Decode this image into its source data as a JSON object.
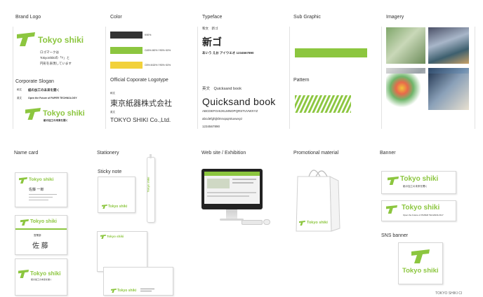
{
  "brand": {
    "name": "Tokyo shiki",
    "tagline_jp": "紙の加工の未来を開く",
    "colors": {
      "green": "#8cc63f",
      "dark": "#333333",
      "yellow": "#f2d13b"
    }
  },
  "sections": {
    "brand_logo": "Brand Logo",
    "color": "Color",
    "typeface": "Typeface",
    "sub_graphic": "Sub Graphic",
    "imagery": "Imagery",
    "corporate_slogan": "Corporate Slogan",
    "official_logotype": "Official Coporate Logotype",
    "pattern": "Pattern",
    "name_card": "Name card",
    "stationery": "Stationery",
    "sticky_note": "Sticky note",
    "web": "Web site / Exhibition",
    "promo": "Promotional material",
    "banner": "Banner",
    "sns_banner": "SNS banner"
  },
  "logo_desc": [
    "ロゴマークは",
    "TokyoShikiの「T」と",
    "円形を表現しています"
  ],
  "slogan": {
    "jp_label": "和文",
    "jp": "紙の加工の未来を開く",
    "en_label": "英文",
    "en": "Open the Future of PAPER TECHNOLOGY"
  },
  "color_specs": [
    "K90%",
    "C45%  M0%  Y90%  K0%",
    "C5%  M15%  Y90%  K0%"
  ],
  "logotype": {
    "jp_label": "和文",
    "jp": "東京紙器株式会社",
    "en_label": "英文",
    "en": "TOKYO SHIKI Co.,Ltd."
  },
  "typeface": {
    "jp_label": "和文　新ゴ",
    "jp_big": "新ゴ",
    "jp_sample": "あいう えお アイウエオ 1234567890",
    "en_label": "英文　Quicksand book",
    "en_big": "Quicksand book",
    "upper": "ABCDEFGHIJKLMNOPQRSTUVWXYZ",
    "lower": "abcdefghijklmnopqrstuvwxyz",
    "digits": "1234567890"
  },
  "card": {
    "dept_label": "営業部",
    "name_jp": "佐 藤",
    "name_jp2": "佐藤 一郎"
  },
  "banner_en": "Open the Future of PAPER TECHNOLOGY",
  "footer": "TOKYO SHIKI  CI"
}
